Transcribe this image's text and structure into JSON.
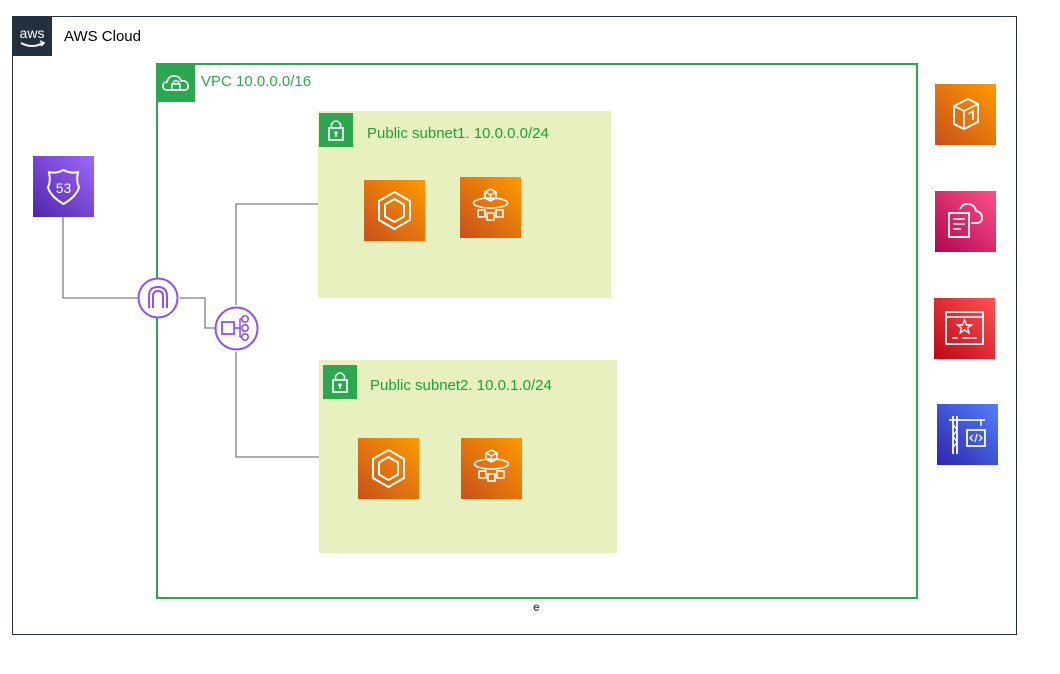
{
  "cloud": {
    "title": "AWS Cloud",
    "logo_text": "aws",
    "icon": "aws-logo-icon"
  },
  "vpc": {
    "title": "VPC 10.0.0.0/16",
    "icon": "vpc-cloud-lock-icon",
    "color": "#2ca651"
  },
  "subnets": [
    {
      "title": "Public subnet1. 10.0.0.0/24",
      "icon": "padlock-icon"
    },
    {
      "title": "Public subnet2. 10.0.1.0/24",
      "icon": "padlock-icon"
    }
  ],
  "services": {
    "route53": {
      "label_text": "53",
      "icon": "route53-icon",
      "color": "#7a3fe4"
    },
    "internet_gateway": {
      "icon": "internet-gateway-icon",
      "color": "#8c4fff"
    },
    "load_balancer": {
      "icon": "load-balancer-icon",
      "color": "#8c4fff"
    },
    "ecs": {
      "icon": "ecs-icon",
      "color": "#ed7100"
    },
    "fargate": {
      "icon": "fargate-icon",
      "color": "#ed7100"
    },
    "ecr": {
      "icon": "ecr-icon",
      "color": "#ed7100"
    },
    "cloudwatch_logs": {
      "icon": "cloudwatch-logs-icon",
      "color": "#e7157b"
    },
    "certificate_manager": {
      "icon": "certificate-manager-icon",
      "color": "#dd344c"
    },
    "codebuild": {
      "icon": "codebuild-icon",
      "color": "#3b48cc"
    }
  },
  "footer_mark": "e"
}
